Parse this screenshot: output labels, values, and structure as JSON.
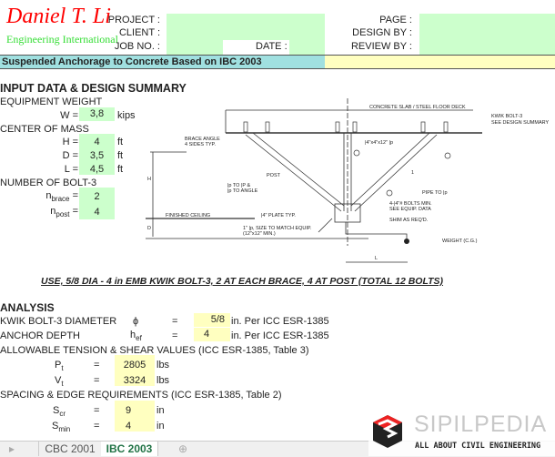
{
  "header": {
    "logo_name": "Daniel T. Li",
    "logo_sub": "Engineering International",
    "project_label": "PROJECT :",
    "client_label": "CLIENT :",
    "job_label": "JOB NO. :",
    "date_label": "DATE :",
    "page_label": "PAGE :",
    "design_label": "DESIGN BY :",
    "review_label": "REVIEW BY :"
  },
  "title": "Suspended Anchorage to Concrete Based on IBC 2003",
  "input": {
    "heading": "INPUT DATA & DESIGN SUMMARY",
    "weight_label": "EQUIPMENT WEIGHT",
    "w_sym": "W =",
    "w_val": "3,8",
    "w_unit": "kips",
    "com_label": "CENTER OF MASS",
    "h_sym": "H =",
    "h_val": "4",
    "h_unit": "ft",
    "d_sym": "D =",
    "d_val": "3,5",
    "d_unit": "ft",
    "l_sym": "L =",
    "l_val": "4,5",
    "l_unit": "ft",
    "bolt_label": "NUMBER OF BOLT-3",
    "nbrace_sym": "n",
    "nbrace_sub": "brace",
    "nbrace_val": "2",
    "npost_sym": "n",
    "npost_sub": "post",
    "npost_val": "4",
    "eq": "="
  },
  "diagram": {
    "slab": "CONCRETE SLAB / STEEL FLOOR DECK",
    "kwik1": "KWIK BOLT-3",
    "kwik2": "SEE DESIGN SUMMARY",
    "brace1": "BRACE ANGLE",
    "brace2": "4 SIDES TYP.",
    "plate": "|4\"x4\"x12\" |p",
    "post": "POST",
    "p2p1": "|p TO |P &",
    "p2p2": "|p TO ANGLE",
    "pipe": "PIPE TO |p",
    "bolts1": "4-|4\"# BOLTS MIN.",
    "bolts2": "SEE EQUIP. DATA",
    "shim": "SHIM AS REQ'D.",
    "plate4": "|4\" PLATE TYP.",
    "ceiling": "FINISHED CEILING",
    "match1": "1\" |p, SIZE TO MATCH EQUIP.",
    "match2": "(12\"x12\" MIN.)",
    "weight": "WEIGHT (C.G.)",
    "h": "H",
    "d": "D",
    "l": "L",
    "one": "1"
  },
  "summary": "USE, 5/8 DIA - 4 in EMB KWIK BOLT-3, 2 AT EACH BRACE, 4 AT POST (TOTAL 12 BOLTS)",
  "analysis": {
    "heading": "ANALYSIS",
    "dia_label": "KWIK BOLT-3 DIAMETER",
    "dia_sym": "ϕ",
    "dia_val": "5/8",
    "dia_note": "in. Per ICC ESR-1385",
    "depth_label": "ANCHOR DEPTH",
    "depth_sym": "h",
    "depth_sub": "ef",
    "depth_val": "4",
    "depth_note": "in. Per ICC ESR-1385",
    "allow_label": "ALLOWABLE TENSION & SHEAR VALUES (ICC ESR-1385, Table 3)",
    "pt_sym": "P",
    "pt_sub": "t",
    "pt_val": "2805",
    "pt_unit": "lbs",
    "vt_sym": "V",
    "vt_sub": "t",
    "vt_val": "3324",
    "vt_unit": "lbs",
    "spacing_label": "SPACING & EDGE REQUIREMENTS (ICC ESR-1385, Table 2)",
    "scr_sym": "S",
    "scr_sub": "cr",
    "scr_val": "9",
    "scr_unit": "in",
    "smin_sym": "S",
    "smin_sub": "min",
    "smin_val": "4",
    "smin_unit": "in",
    "eq": "="
  },
  "tabs": [
    {
      "label": "CBC 2001"
    },
    {
      "label": "IBC 2003",
      "active": true
    }
  ],
  "watermark": {
    "name": "SIPILPEDIA",
    "tagline": "ALL ABOUT CIVIL ENGINEERING"
  },
  "colors": {
    "input": "#ccffcc",
    "calc": "#ffffc0",
    "title": "#a0e0e0",
    "logo": "#ff0000",
    "logo_sub": "#33dd33"
  }
}
